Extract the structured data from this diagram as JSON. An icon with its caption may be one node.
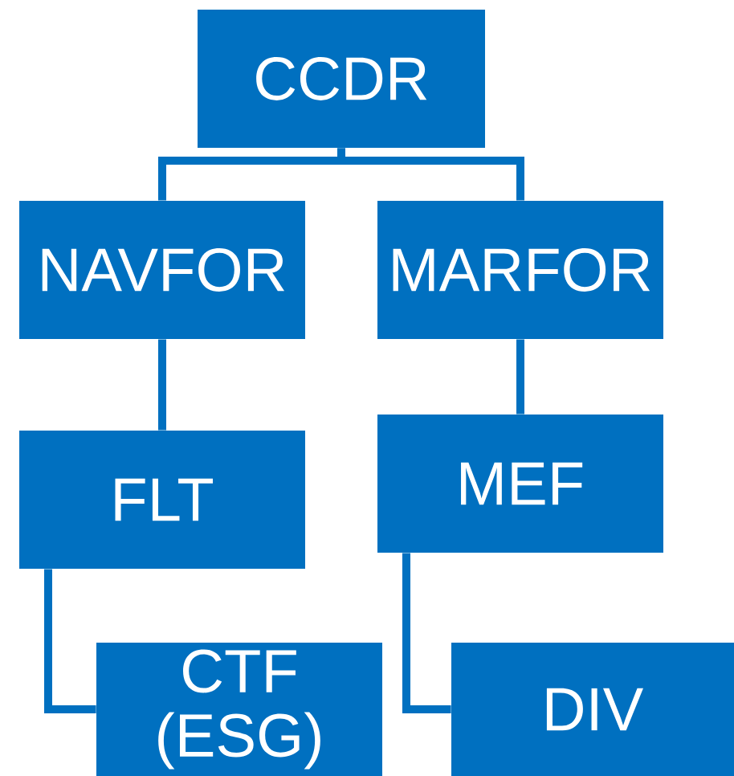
{
  "diagram": {
    "nodes": [
      {
        "text": [
          "CCDR"
        ]
      },
      {
        "text": [
          "NAVFOR"
        ]
      },
      {
        "text": [
          "MARFOR"
        ]
      },
      {
        "text": [
          "FLT"
        ]
      },
      {
        "text": [
          "MEF"
        ]
      },
      {
        "text": [
          "CTF (ESG)"
        ]
      },
      {
        "text": [
          "DIV"
        ]
      }
    ],
    "edges": [
      {
        "from": 0,
        "to": 1,
        "arrow": "none"
      },
      {
        "from": 0,
        "to": 2,
        "arrow": "none"
      },
      {
        "from": 1,
        "to": 3,
        "arrow": "none"
      },
      {
        "from": 2,
        "to": 4,
        "arrow": "none"
      },
      {
        "from": 3,
        "to": 5,
        "arrow": "none"
      },
      {
        "from": 4,
        "to": 6,
        "arrow": "none"
      }
    ]
  }
}
